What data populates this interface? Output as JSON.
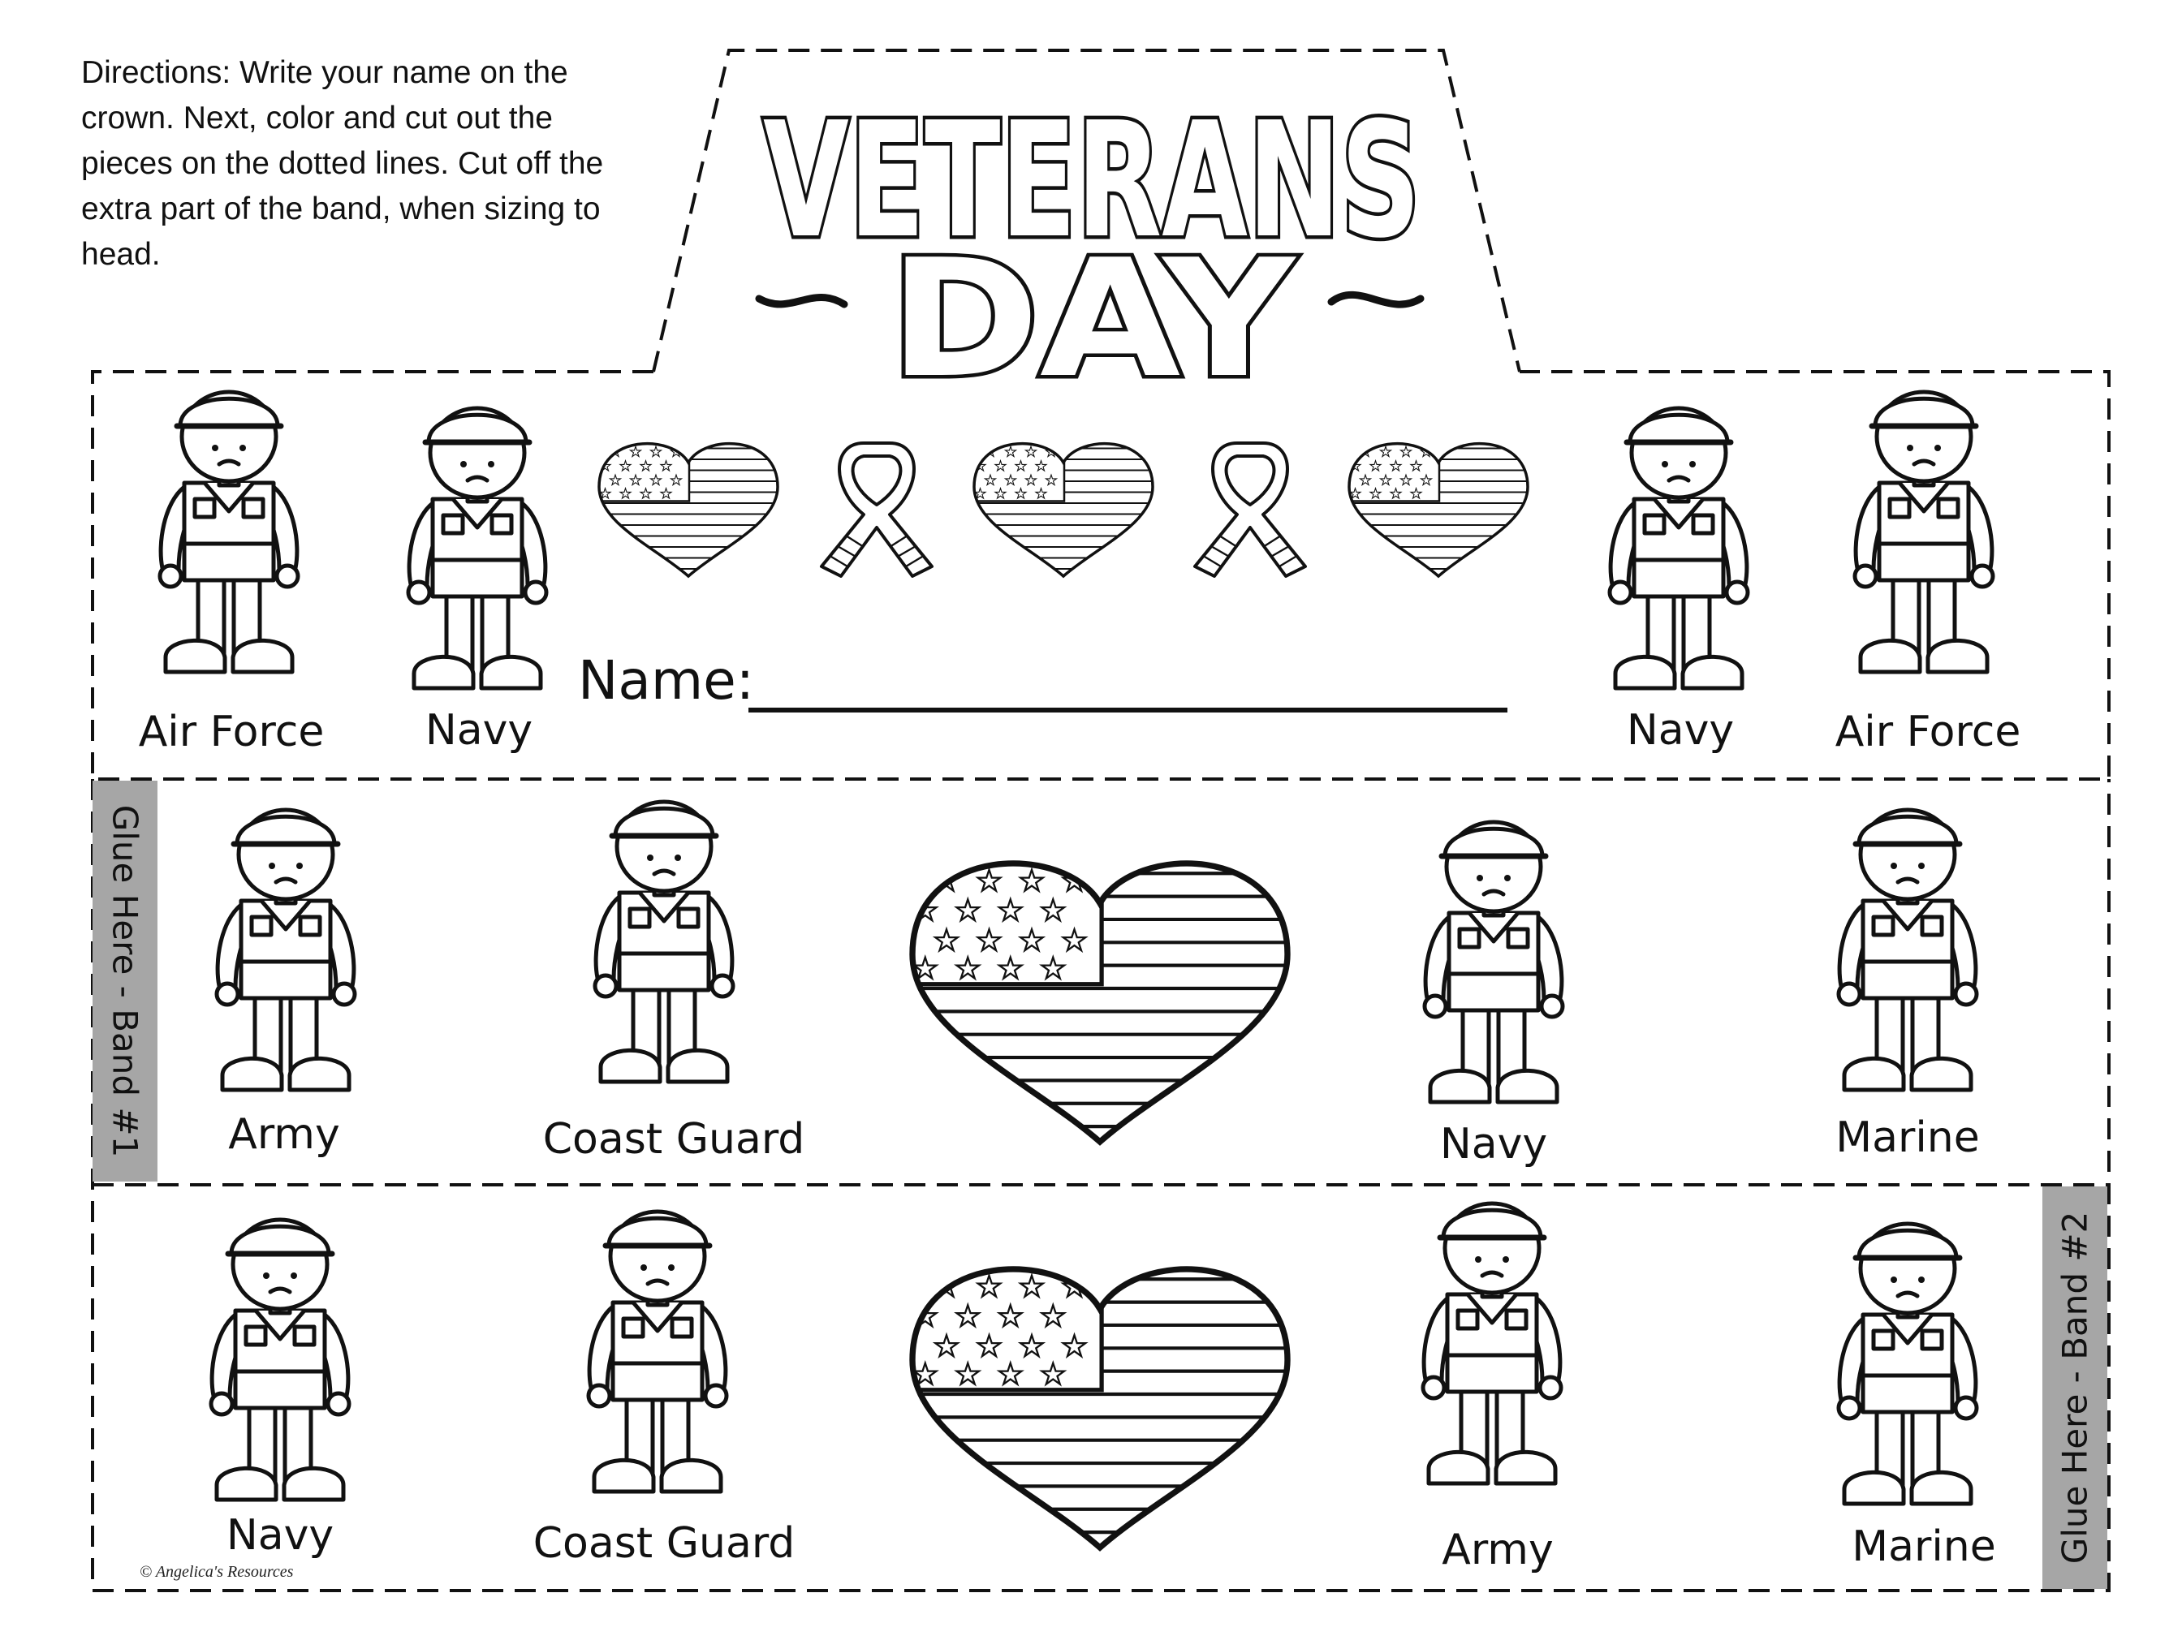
{
  "directions": "Directions:  Write your name on the crown.  Next, color and cut out the pieces on the dotted lines.  Cut off the extra part of the band, when sizing to head.",
  "title": {
    "line1": "VETERANS",
    "line2": "DAY"
  },
  "name_label": "Name:",
  "row1_labels": [
    "Air Force",
    "Navy",
    "Navy",
    "Air Force"
  ],
  "row2_labels": [
    "Army",
    "Coast Guard",
    "Navy",
    "Marine"
  ],
  "row3_labels": [
    "Navy",
    "Coast Guard",
    "Army",
    "Marine"
  ],
  "glue1": "Glue Here - Band #1",
  "glue2": "Glue Here - Band #2",
  "copyright": "© Angelica's Resources",
  "colors": {
    "line": "#111111",
    "glue_tab": "#a6a6a6",
    "background": "#ffffff"
  },
  "icons": [
    "soldier-figure",
    "flag-heart",
    "awareness-ribbon"
  ]
}
